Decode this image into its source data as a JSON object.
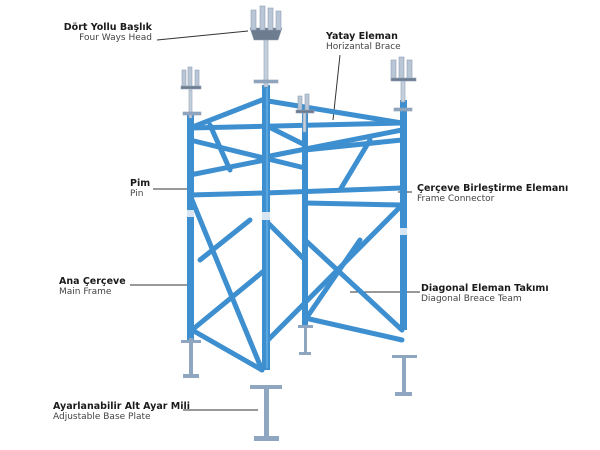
{
  "diagram": {
    "subject": "Scaffolding tower with adjustable heads and base plates",
    "colors": {
      "frame": "#3d8fd0",
      "frame_dark": "#2f76b5",
      "head": "#b8c6d6",
      "jack": "#8fa6c0",
      "leader": "#333333",
      "background": "#ffffff"
    },
    "labels": [
      {
        "id": "four-ways-head",
        "title": "Dört Yollu Başlık",
        "subtitle": "Four Ways Head"
      },
      {
        "id": "horizontal-brace",
        "title": "Yatay Eleman",
        "subtitle": "Horizantal Brace"
      },
      {
        "id": "pin",
        "title": "Pim",
        "subtitle": "Pin"
      },
      {
        "id": "frame-connector",
        "title": "Çerçeve Birleştirme Elemanı",
        "subtitle": "Frame Connector"
      },
      {
        "id": "main-frame",
        "title": "Ana Çerçeve",
        "subtitle": "Main Frame"
      },
      {
        "id": "diagonal-brace-team",
        "title": "Diagonal Eleman Takımı",
        "subtitle": "Diagonal Breace Team"
      },
      {
        "id": "adjustable-base-plate",
        "title": "Ayarlanabilir Alt Ayar Mili",
        "subtitle": "Adjustable Base Plate"
      }
    ]
  }
}
